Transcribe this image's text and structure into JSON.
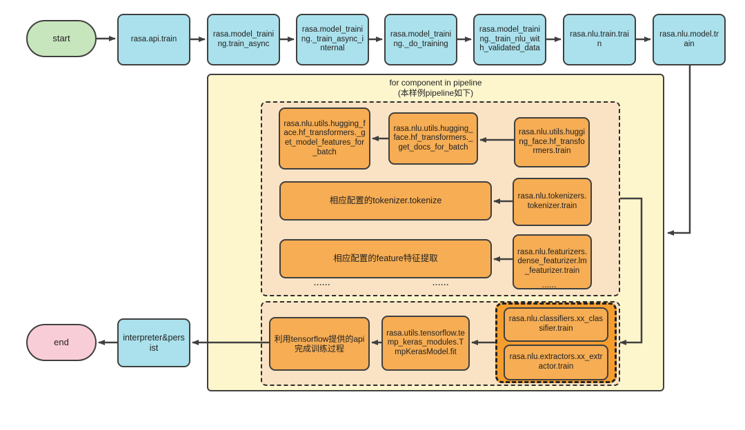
{
  "diagram": {
    "title_line1": "for component in pipeline",
    "title_line2": "(本样例pipeline如下)",
    "ellipsis": "......",
    "nodes": {
      "start": "start",
      "api_train": "rasa.api.train",
      "train_async": "rasa.model_training.train_async",
      "train_async_internal": "rasa.model_training._train_async_internal",
      "do_training": "rasa.model_training._do_training",
      "train_nlu_validated": "rasa.model_training._train_nlu_with_validated_data",
      "nlu_train": "rasa.nlu.train.train",
      "nlu_model_train": "rasa.nlu.model.train",
      "hf_get_model_features": "rasa.nlu.utils.hugging_face.hf_transformers._get_model_features_for_batch",
      "hf_get_docs": "rasa.nlu.utils.hugging_face.hf_transformers._get_docs_for_batch",
      "hf_train": "rasa.nlu.utils.hugging_face.hf_transformers.train",
      "tokenizer_tokenize": "相应配置的tokenizer.tokenize",
      "tokenizer_train": "rasa.nlu.tokenizers.tokenizer.train",
      "feature_extract": "相应配置的feature特征提取",
      "featurizer_train": "rasa.nlu.featurizers.dense_featurizer.lm_featurizer.train",
      "tensorflow_api": "利用tensorflow提供的api完成训练过程",
      "keras_fit": "rasa.utils.tensorflow.temp_keras_modules.TmpKerasModel.fit",
      "classifier_train": "rasa.nlu.classifiers.xx_classifier.train",
      "extractor_train": "rasa.nlu.extractors.xx_extractor.train",
      "interpreter_persist": "interpreter&persist",
      "end": "end"
    },
    "colors": {
      "node_blue": "#aae1ec",
      "node_green": "#c8e6bd",
      "node_pink": "#f9cdd7",
      "node_orange": "#f6ad54",
      "group_orange": "#f59e2e",
      "container_yellow": "#fdf6cd",
      "container_peach": "#fae3c4",
      "border_dark": "#3f3f3f",
      "arrow": "#404040"
    }
  }
}
